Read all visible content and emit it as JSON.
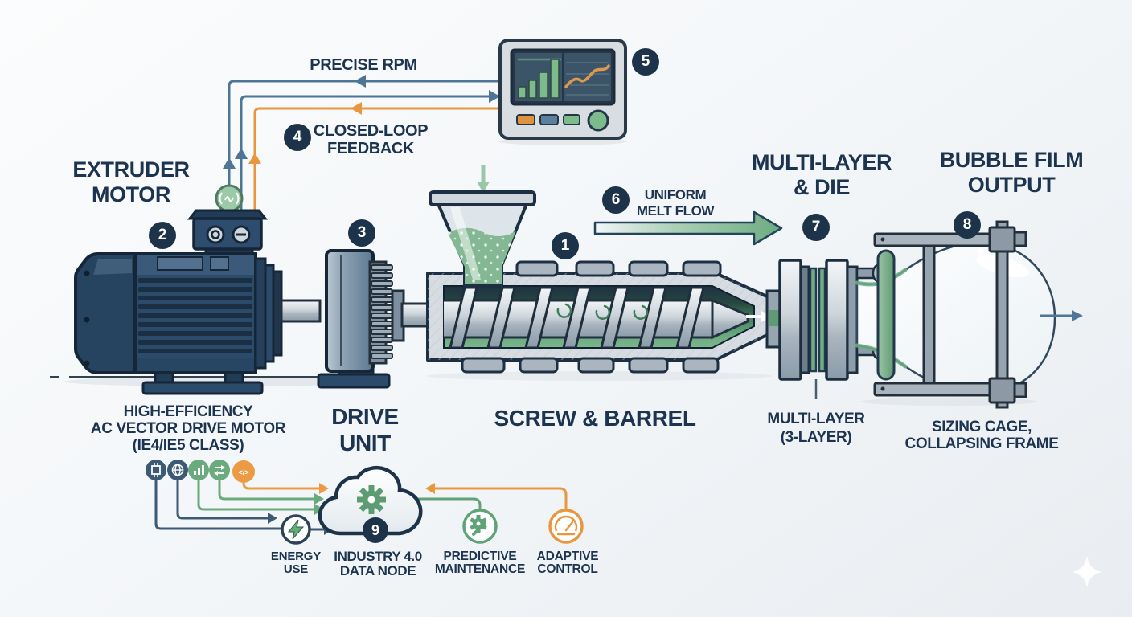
{
  "labels": {
    "precise_rpm": [
      "PRECISE RPM"
    ],
    "closed_loop": [
      "CLOSED-LOOP",
      "FEEDBACK"
    ],
    "extruder_motor": [
      "EXTRUDER",
      "MOTOR"
    ],
    "uniform_melt": [
      "UNIFORM",
      "MELT FLOW"
    ],
    "multi_layer_die": [
      "MULTI-LAYER",
      "& DIE"
    ],
    "bubble_film": [
      "BUBBLE FILM",
      "OUTPUT"
    ],
    "motor_caption": [
      "HIGH-EFFICIENCY",
      "AC VECTOR DRIVE MOTOR",
      "(IE4/IE5 CLASS)"
    ],
    "drive_unit": [
      "DRIVE",
      "UNIT"
    ],
    "screw_barrel": [
      "SCREW & BARREL"
    ],
    "die_caption": [
      "MULTI-LAYER",
      "(3-LAYER)"
    ],
    "cage_caption": [
      "SIZING CAGE,",
      "COLLAPSING FRAME"
    ],
    "energy_use": [
      "ENERGY",
      "USE"
    ],
    "data_node": [
      "INDUSTRY 4.0",
      "DATA NODE"
    ],
    "predictive": [
      "PREDICTIVE",
      "MAINTENANCE"
    ],
    "adaptive": [
      "ADAPTIVE",
      "CONTROL"
    ]
  },
  "badges": {
    "screw_barrel": "1",
    "extruder_motor": "2",
    "drive_unit": "3",
    "closed_loop": "4",
    "hmi": "5",
    "melt_flow": "6",
    "die": "7",
    "bubble": "8",
    "data_node": "9"
  },
  "icons": {
    "code_glyph": "</>",
    "telemetry": [
      "chip-icon",
      "globe-icon",
      "bar-chart-icon",
      "exchange-icon",
      "code-icon"
    ],
    "nodes": {
      "energy": "lightning-bolt-icon",
      "cloud": "cloud-gear-icon",
      "predictive": "gear-wrench-icon",
      "adaptive": "gauge-icon",
      "encoder": "rotary-encoder-icon"
    }
  },
  "colors": {
    "navy_text": "#1c3450",
    "badge_bg": "#1d3349",
    "line_blue": "#4e7596",
    "line_orange": "#e9973e",
    "line_green": "#5fa376",
    "melt_green": "#6fae85",
    "motor_body": "#2c4a69",
    "steel_light": "#d6dce2",
    "panel_body": "#d8dde2",
    "screen_bg": "#3c5468",
    "background": "#f4f7f9"
  }
}
